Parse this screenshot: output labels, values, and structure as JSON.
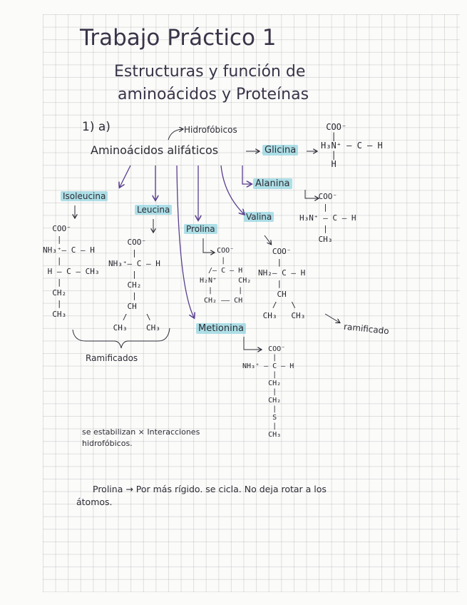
{
  "title_line1": "Trabajo Práctico 1",
  "title_line2": "Estructuras y función de",
  "title_line3": "aminoácidos y Proteínas",
  "section_label": "1) a)",
  "hydrophobic_note": "Hidrofóbicos",
  "main_topic": "Aminoácidos alifáticos",
  "amino_acids": {
    "glicina": "Glicina",
    "alanina": "Alanina",
    "isoleucina": "Isoleucina",
    "leucina": "Leucina",
    "prolina": "Prolina",
    "valina": "Valina",
    "metionina": "Metionina"
  },
  "notes": {
    "ramificado": "ramificado",
    "ramificados": "Ramificados",
    "stabilize_line1": "se estabilizan × Interacciones",
    "stabilize_line2": "hidrofóbicos.",
    "prolina_line1": "Prolina → Por más rígido. se cicla. No deja rotar a los",
    "prolina_line2": "átomos."
  },
  "structures": {
    "glicina": " COO⁻\n  |\nH₃N⁺ — C — H\n  |\n  H",
    "alanina": "    COO⁻\n     |\nH₃N⁺ — C — H\n     |\n    CH₃",
    "isoleucina": "  COO⁻\n   |\nNH₃⁺— C — H\n   |\n H — C — CH₃\n   |\n  CH₂\n   |\n  CH₃",
    "leucina": "    COO⁻\n     |\nNH₃⁺— C — H\n     |\n    CH₂\n     |\n    CH\n   /    \\\n CH₃    CH₃",
    "prolina": "    COO⁻\n     |\n  /— C — H\nH₂N⁺     CH₂\n  |      |\n CH₂ —— CH",
    "valina": "   COO⁻\n    |\nNH₂— C — H\n    |\n    CH\n   /   \\\n CH₃   CH₃",
    "metionina": "      COO⁻\n       |\nNH₃⁺ — C — H\n       |\n      CH₂\n       |\n      CH₂\n       |\n       S\n       |\n      CH₃"
  },
  "colors": {
    "ink": "#2c2c35",
    "highlight": "#70c9d7",
    "arrow": "#5a3f8e"
  }
}
